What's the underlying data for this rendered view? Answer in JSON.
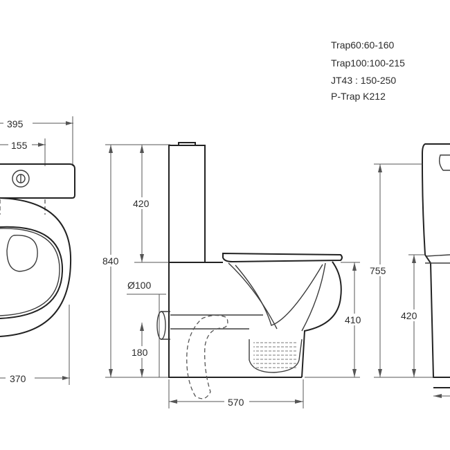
{
  "trap_notes": [
    "Trap60:60-160",
    "Trap100:100-215",
    "JT43  : 150-250",
    "P-Trap K212"
  ],
  "plan_view": {
    "overall_width": "395",
    "button_offset": "155",
    "base_width": "370"
  },
  "side_view": {
    "overall_height": "840",
    "cistern_height": "420",
    "outlet_diameter": "Ø100",
    "outlet_height": "180",
    "seat_height": "410",
    "depth": "570"
  },
  "front_view": {
    "height": "755",
    "seat_height": "420"
  }
}
